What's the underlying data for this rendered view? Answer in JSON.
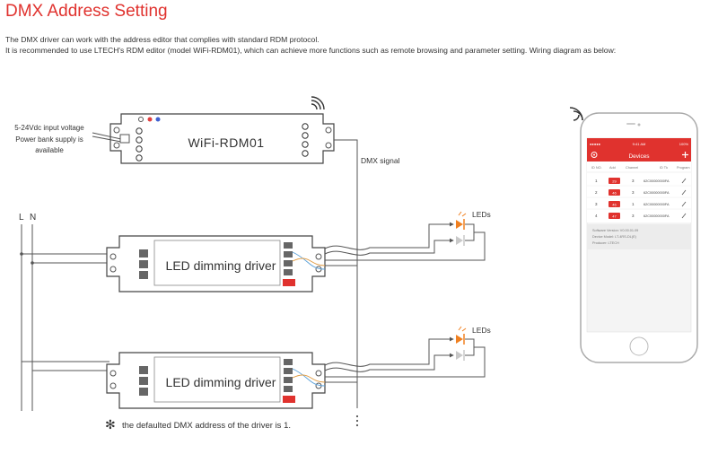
{
  "title": "DMX Address Setting",
  "intro": [
    "The DMX driver can work with the address editor that complies with standard RDM protocol.",
    "It is recommended to use LTECH's RDM editor (model WiFi-RDM01), which can achieve more functions such as remote browsing and parameter setting. Wiring diagram as below:"
  ],
  "editor": {
    "power_label": [
      "5-24Vdc input voltage",
      "Power bank supply is",
      "available"
    ],
    "model": "WiFi-RDM01",
    "signal_label": "DMX signal"
  },
  "mains": {
    "l": "L",
    "n": "N"
  },
  "drivers": [
    {
      "label": "LED dimming driver",
      "leds_label": "LEDs"
    },
    {
      "label": "LED dimming driver",
      "leds_label": "LEDs"
    }
  ],
  "footnote": {
    "symbol": "✻",
    "text": "the defaulted DMX address of the driver is 1."
  },
  "phone": {
    "status_left": "●●●●●",
    "status_time": "9:41 AM",
    "status_right": "100%",
    "header_title": "Devices",
    "header_left_icon": "gear-icon",
    "header_right_icon": "plus-icon",
    "columns": [
      "ID NO.",
      "Add",
      "Channel",
      "ID Tk",
      "Program"
    ],
    "rows": [
      {
        "no": "1",
        "addr": "29",
        "ch": "3",
        "id": "62C00000000FA"
      },
      {
        "no": "2",
        "addr": "46",
        "ch": "3",
        "id": "62C00000000FA"
      },
      {
        "no": "3",
        "addr": "46",
        "ch": "1",
        "id": "62C00000000FA"
      },
      {
        "no": "4",
        "addr": "47",
        "ch": "3",
        "id": "62C00000000FA"
      }
    ],
    "info": [
      "Software Version: V0.00.01.09",
      "Device Model: LT-4RS-DL(E)",
      "Producer: LTECH"
    ]
  },
  "colors": {
    "accent": "#e0322e",
    "led_on": "#f08020",
    "led_off": "#c8c8c8",
    "line": "#555555"
  }
}
